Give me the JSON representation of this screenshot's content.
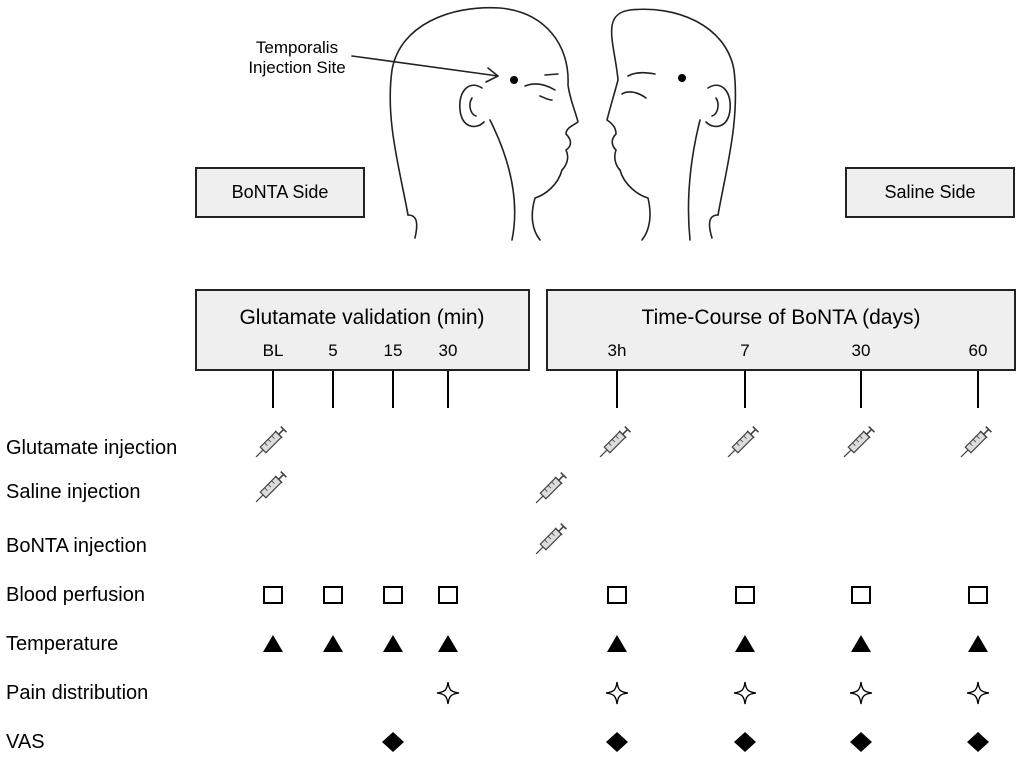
{
  "annotation": {
    "line1": "Temporalis",
    "line2": "Injection Site"
  },
  "sides": {
    "left": "BoNTA Side",
    "right": "Saline Side"
  },
  "phases": {
    "validation": {
      "title": "Glutamate validation (min)",
      "ticks": [
        "BL",
        "5",
        "15",
        "30"
      ]
    },
    "timecourse": {
      "title": "Time-Course of BoNTA (days)",
      "ticks": [
        "3h",
        "7",
        "30",
        "60"
      ]
    }
  },
  "rows": [
    {
      "label": "Glutamate injection",
      "marker": "syringe-icon"
    },
    {
      "label": "Saline injection",
      "marker": "syringe-icon"
    },
    {
      "label": "BoNTA injection",
      "marker": "syringe-icon"
    },
    {
      "label": "Blood perfusion",
      "marker": "open-square-icon"
    },
    {
      "label": "Temperature",
      "marker": "filled-triangle-icon"
    },
    {
      "label": "Pain distribution",
      "marker": "four-point-star-icon"
    },
    {
      "label": "VAS",
      "marker": "filled-diamond-icon"
    }
  ],
  "schedule": {
    "glutamate_injection": [
      "BL",
      "3h",
      "7",
      "30",
      "60"
    ],
    "saline_injection": [
      "BL",
      "baseline-session"
    ],
    "bonta_injection": [
      "baseline-session"
    ],
    "blood_perfusion": [
      "BL",
      "5",
      "15",
      "30",
      "3h",
      "7",
      "30",
      "60"
    ],
    "temperature": [
      "BL",
      "5",
      "15",
      "30",
      "3h",
      "7",
      "30",
      "60"
    ],
    "pain_distribution": [
      "30",
      "3h",
      "7",
      "30",
      "60"
    ],
    "vas": [
      "15",
      "3h",
      "7",
      "30",
      "60"
    ]
  }
}
